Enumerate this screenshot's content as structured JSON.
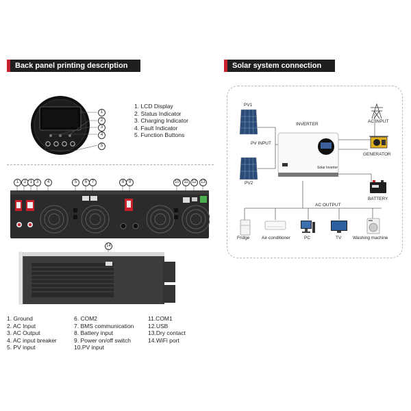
{
  "headers": {
    "back_panel": "Back panel printing description",
    "solar": "Solar system connection"
  },
  "lcd_list": [
    "1. LCD Display",
    "2. Status Indicator",
    "3. Charging Indicator",
    "4. Fault Indicator",
    "5. Function Buttons"
  ],
  "lcd_callouts": [
    "1",
    "2",
    "3",
    "4",
    "5"
  ],
  "panel_callouts": [
    "1",
    "2",
    "1",
    "3",
    "4",
    "5",
    "6",
    "7",
    "8",
    "9",
    "10",
    "11",
    "12",
    "13"
  ],
  "side_callout": "14",
  "legend_col1": [
    "1.  Ground",
    "2.  AC Input",
    "3.  AC Output",
    "4.  AC input breaker",
    "5.  PV input"
  ],
  "legend_col2": [
    "6.  COM2",
    "7.  BMS communication",
    "8.  Battery input",
    "9.  Power on/off switch",
    "10.PV input"
  ],
  "legend_col3": [
    "11.COM1",
    "12.USB",
    "13.Dry contact",
    "14.WiFi port"
  ],
  "diagram": {
    "pv1": "PV1",
    "pv2": "PV2",
    "pv_input": "PV INPUT",
    "inverter": "INVERTER",
    "inverter_brand": "Solar Inverter",
    "ac_input": "AC INPUT",
    "generator": "GENERATOR",
    "battery": "BATTERY",
    "ac_output": "AC OUTPUT",
    "appliances": [
      "Fridge",
      "Air-conditioner",
      "PC",
      "TV",
      "Washing machine"
    ]
  },
  "colors": {
    "accent": "#c8202a",
    "header_bg": "#1f1f1f",
    "panel": "#2a2a2a",
    "dashed": "#b8b8b8"
  },
  "icons": [
    "lcd-display-icon",
    "solar-panel-icon",
    "pylon-icon",
    "generator-icon",
    "battery-icon",
    "fridge-icon",
    "air-conditioner-icon",
    "pc-icon",
    "tv-icon",
    "washing-machine-icon"
  ]
}
